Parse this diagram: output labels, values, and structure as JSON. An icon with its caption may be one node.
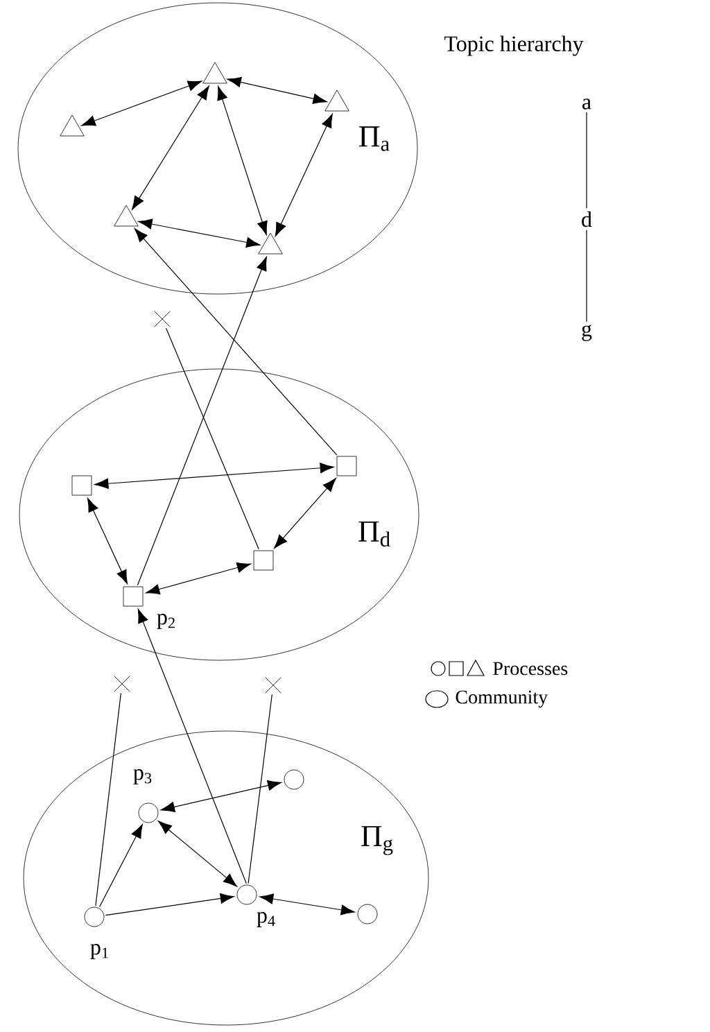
{
  "diagram": {
    "nodes": [
      {
        "text": [
          "Π$_{a}$"
        ]
      },
      {
        "text": [],
        "shape": "triangle",
        "in": 0
      },
      {
        "text": [],
        "shape": "triangle",
        "in": 0
      },
      {
        "text": [],
        "shape": "triangle",
        "in": 0
      },
      {
        "text": [],
        "shape": "triangle",
        "in": 0
      },
      {
        "text": [],
        "shape": "triangle",
        "in": 0
      },
      {
        "text": [],
        "shape": "cross"
      },
      {
        "text": [
          "Π$_{d}$"
        ]
      },
      {
        "text": [],
        "shape": "box",
        "in": 7
      },
      {
        "text": [],
        "shape": "box",
        "in": 7
      },
      {
        "text": [],
        "shape": "box",
        "in": 7
      },
      {
        "text": [],
        "shape": "box",
        "in": 7,
        "beside": [
          "p$_{2}$"
        ]
      },
      {
        "text": [],
        "shape": "cross"
      },
      {
        "text": [],
        "shape": "cross"
      },
      {
        "text": [
          "Π$_{g}$"
        ]
      },
      {
        "text": [],
        "shape": "circle",
        "in": 14,
        "beside": [
          "p$_{3}$"
        ]
      },
      {
        "text": [],
        "shape": "circle",
        "in": 14
      },
      {
        "text": [],
        "shape": "circle",
        "in": 14,
        "beside": [
          "p$_{1}$"
        ]
      },
      {
        "text": [],
        "shape": "circle",
        "in": 14,
        "beside": [
          "p$_{4}$"
        ]
      },
      {
        "text": [],
        "shape": "circle",
        "in": 14
      },
      {
        "text": [
          "a"
        ]
      },
      {
        "text": [
          "d"
        ]
      },
      {
        "text": [
          "g"
        ]
      }
    ],
    "edges": [
      {
        "from": 1,
        "to": 2,
        "arrow": "both"
      },
      {
        "from": 2,
        "to": 3,
        "arrow": "both"
      },
      {
        "from": 2,
        "to": 4,
        "arrow": "both"
      },
      {
        "from": 2,
        "to": 5,
        "arrow": "both"
      },
      {
        "from": 3,
        "to": 5,
        "arrow": "both"
      },
      {
        "from": 4,
        "to": 5,
        "arrow": "both"
      },
      {
        "from": 9,
        "to": 4,
        "arrow": "to"
      },
      {
        "from": 11,
        "to": 5,
        "arrow": "to"
      },
      {
        "from": 10,
        "to": 6,
        "arrow": "none"
      },
      {
        "from": 8,
        "to": 9,
        "arrow": "both"
      },
      {
        "from": 8,
        "to": 11,
        "arrow": "both"
      },
      {
        "from": 11,
        "to": 10,
        "arrow": "both"
      },
      {
        "from": 10,
        "to": 9,
        "arrow": "both"
      },
      {
        "from": 18,
        "to": 11,
        "arrow": "to"
      },
      {
        "from": 17,
        "to": 12,
        "arrow": "none"
      },
      {
        "from": 18,
        "to": 13,
        "arrow": "none"
      },
      {
        "from": 17,
        "to": 15,
        "arrow": "to"
      },
      {
        "from": 17,
        "to": 18,
        "arrow": "to"
      },
      {
        "from": 15,
        "to": 16,
        "arrow": "both"
      },
      {
        "from": 15,
        "to": 18,
        "arrow": "both"
      },
      {
        "from": 18,
        "to": 19,
        "arrow": "both"
      },
      {
        "from": 20,
        "to": 21,
        "arrow": "none"
      },
      {
        "from": 21,
        "to": 22,
        "arrow": "none"
      }
    ],
    "labels": [
      "Topic hierarchy"
    ],
    "legend": [
      {
        "text": "Processes"
      },
      {
        "text": "Community"
      }
    ]
  }
}
